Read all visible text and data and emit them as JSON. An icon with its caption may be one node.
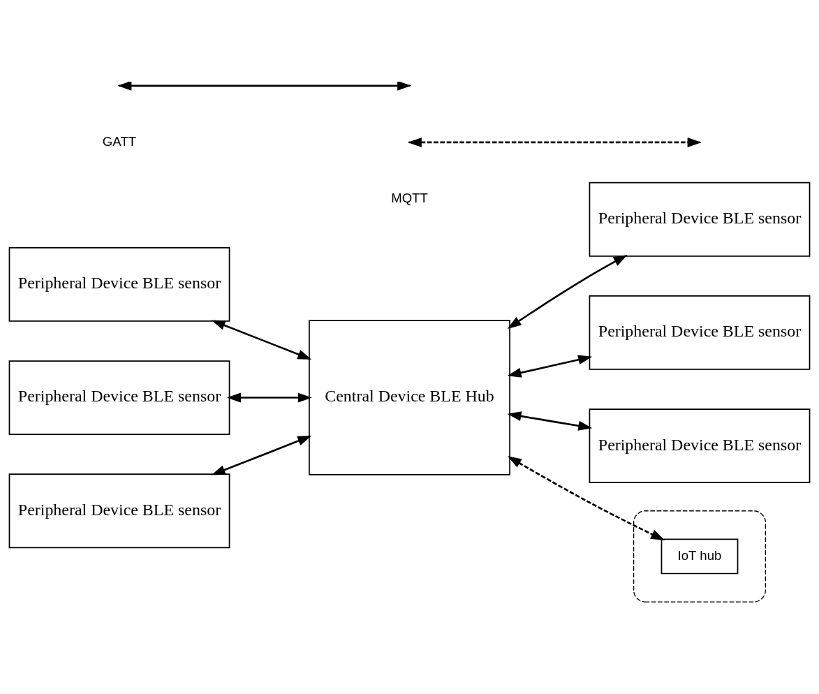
{
  "diagram": {
    "nodes": [
      {
        "text": [
          "Peripheral Device BLE sensor"
        ]
      },
      {
        "text": [
          "Peripheral Device BLE sensor"
        ]
      },
      {
        "text": [
          "Peripheral Device BLE sensor"
        ]
      },
      {
        "text": [
          "Central Device BLE Hub"
        ]
      },
      {
        "text": [
          "Peripheral Device BLE sensor"
        ]
      },
      {
        "text": [
          "Peripheral Device BLE sensor"
        ]
      },
      {
        "text": [
          "Peripheral Device BLE sensor"
        ]
      },
      {
        "text": [],
        "shape": "box"
      },
      {
        "text": [
          "IoT hub"
        ],
        "in": 7
      }
    ],
    "edges": [
      {
        "from": 0,
        "to": 3,
        "arrow": "both"
      },
      {
        "from": 1,
        "to": 3,
        "arrow": "both"
      },
      {
        "from": 2,
        "to": 3,
        "arrow": "both"
      },
      {
        "from": 4,
        "to": 3,
        "arrow": "both"
      },
      {
        "from": 5,
        "to": 3,
        "arrow": "both"
      },
      {
        "from": 6,
        "to": 3,
        "arrow": "both"
      },
      {
        "from": 3,
        "to": 8,
        "arrow": "both",
        "style": "dashed"
      }
    ],
    "legend": [
      {
        "text": "GATT"
      },
      {
        "text": "MQTT"
      }
    ]
  }
}
